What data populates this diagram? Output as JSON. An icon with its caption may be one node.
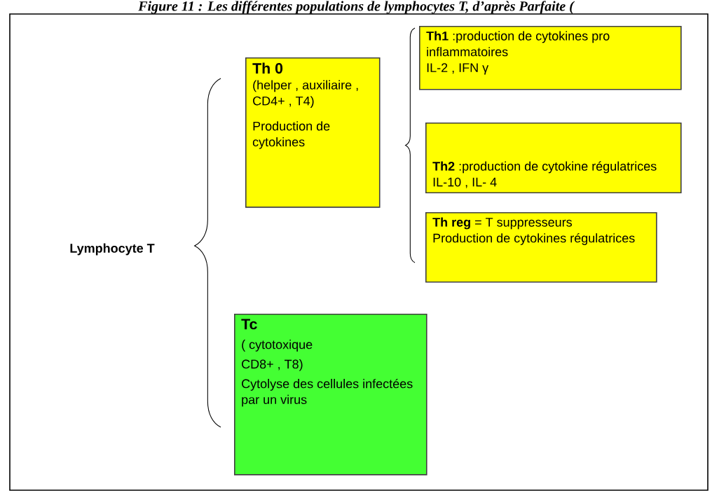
{
  "diagram": {
    "title": "Figure 11 : Les différentes populations de lymphocytes T, d’après Parfaite (",
    "nodes": [
      {
        "text": [
          "Lymphocyte T"
        ]
      },
      {
        "text": [
          "Th 0",
          "(helper , auxiliaire , CD4+ , T4)",
          "Production de cytokines"
        ]
      },
      {
        "text": [
          "Tc",
          "( cytotoxique",
          "CD8+ , T8)",
          "Cytolyse des cellules infectées par un virus"
        ]
      },
      {
        "text": [
          "**Th1** :production de cytokines pro inflammatoires",
          "IL-2 , IFN γ"
        ]
      },
      {
        "text": [
          "**Th2** :production de cytokine régulatrices IL-10 , IL- 4"
        ]
      },
      {
        "text": [
          "**Th reg** = T suppresseurs",
          "Production de cytokines régulatrices"
        ]
      }
    ]
  }
}
